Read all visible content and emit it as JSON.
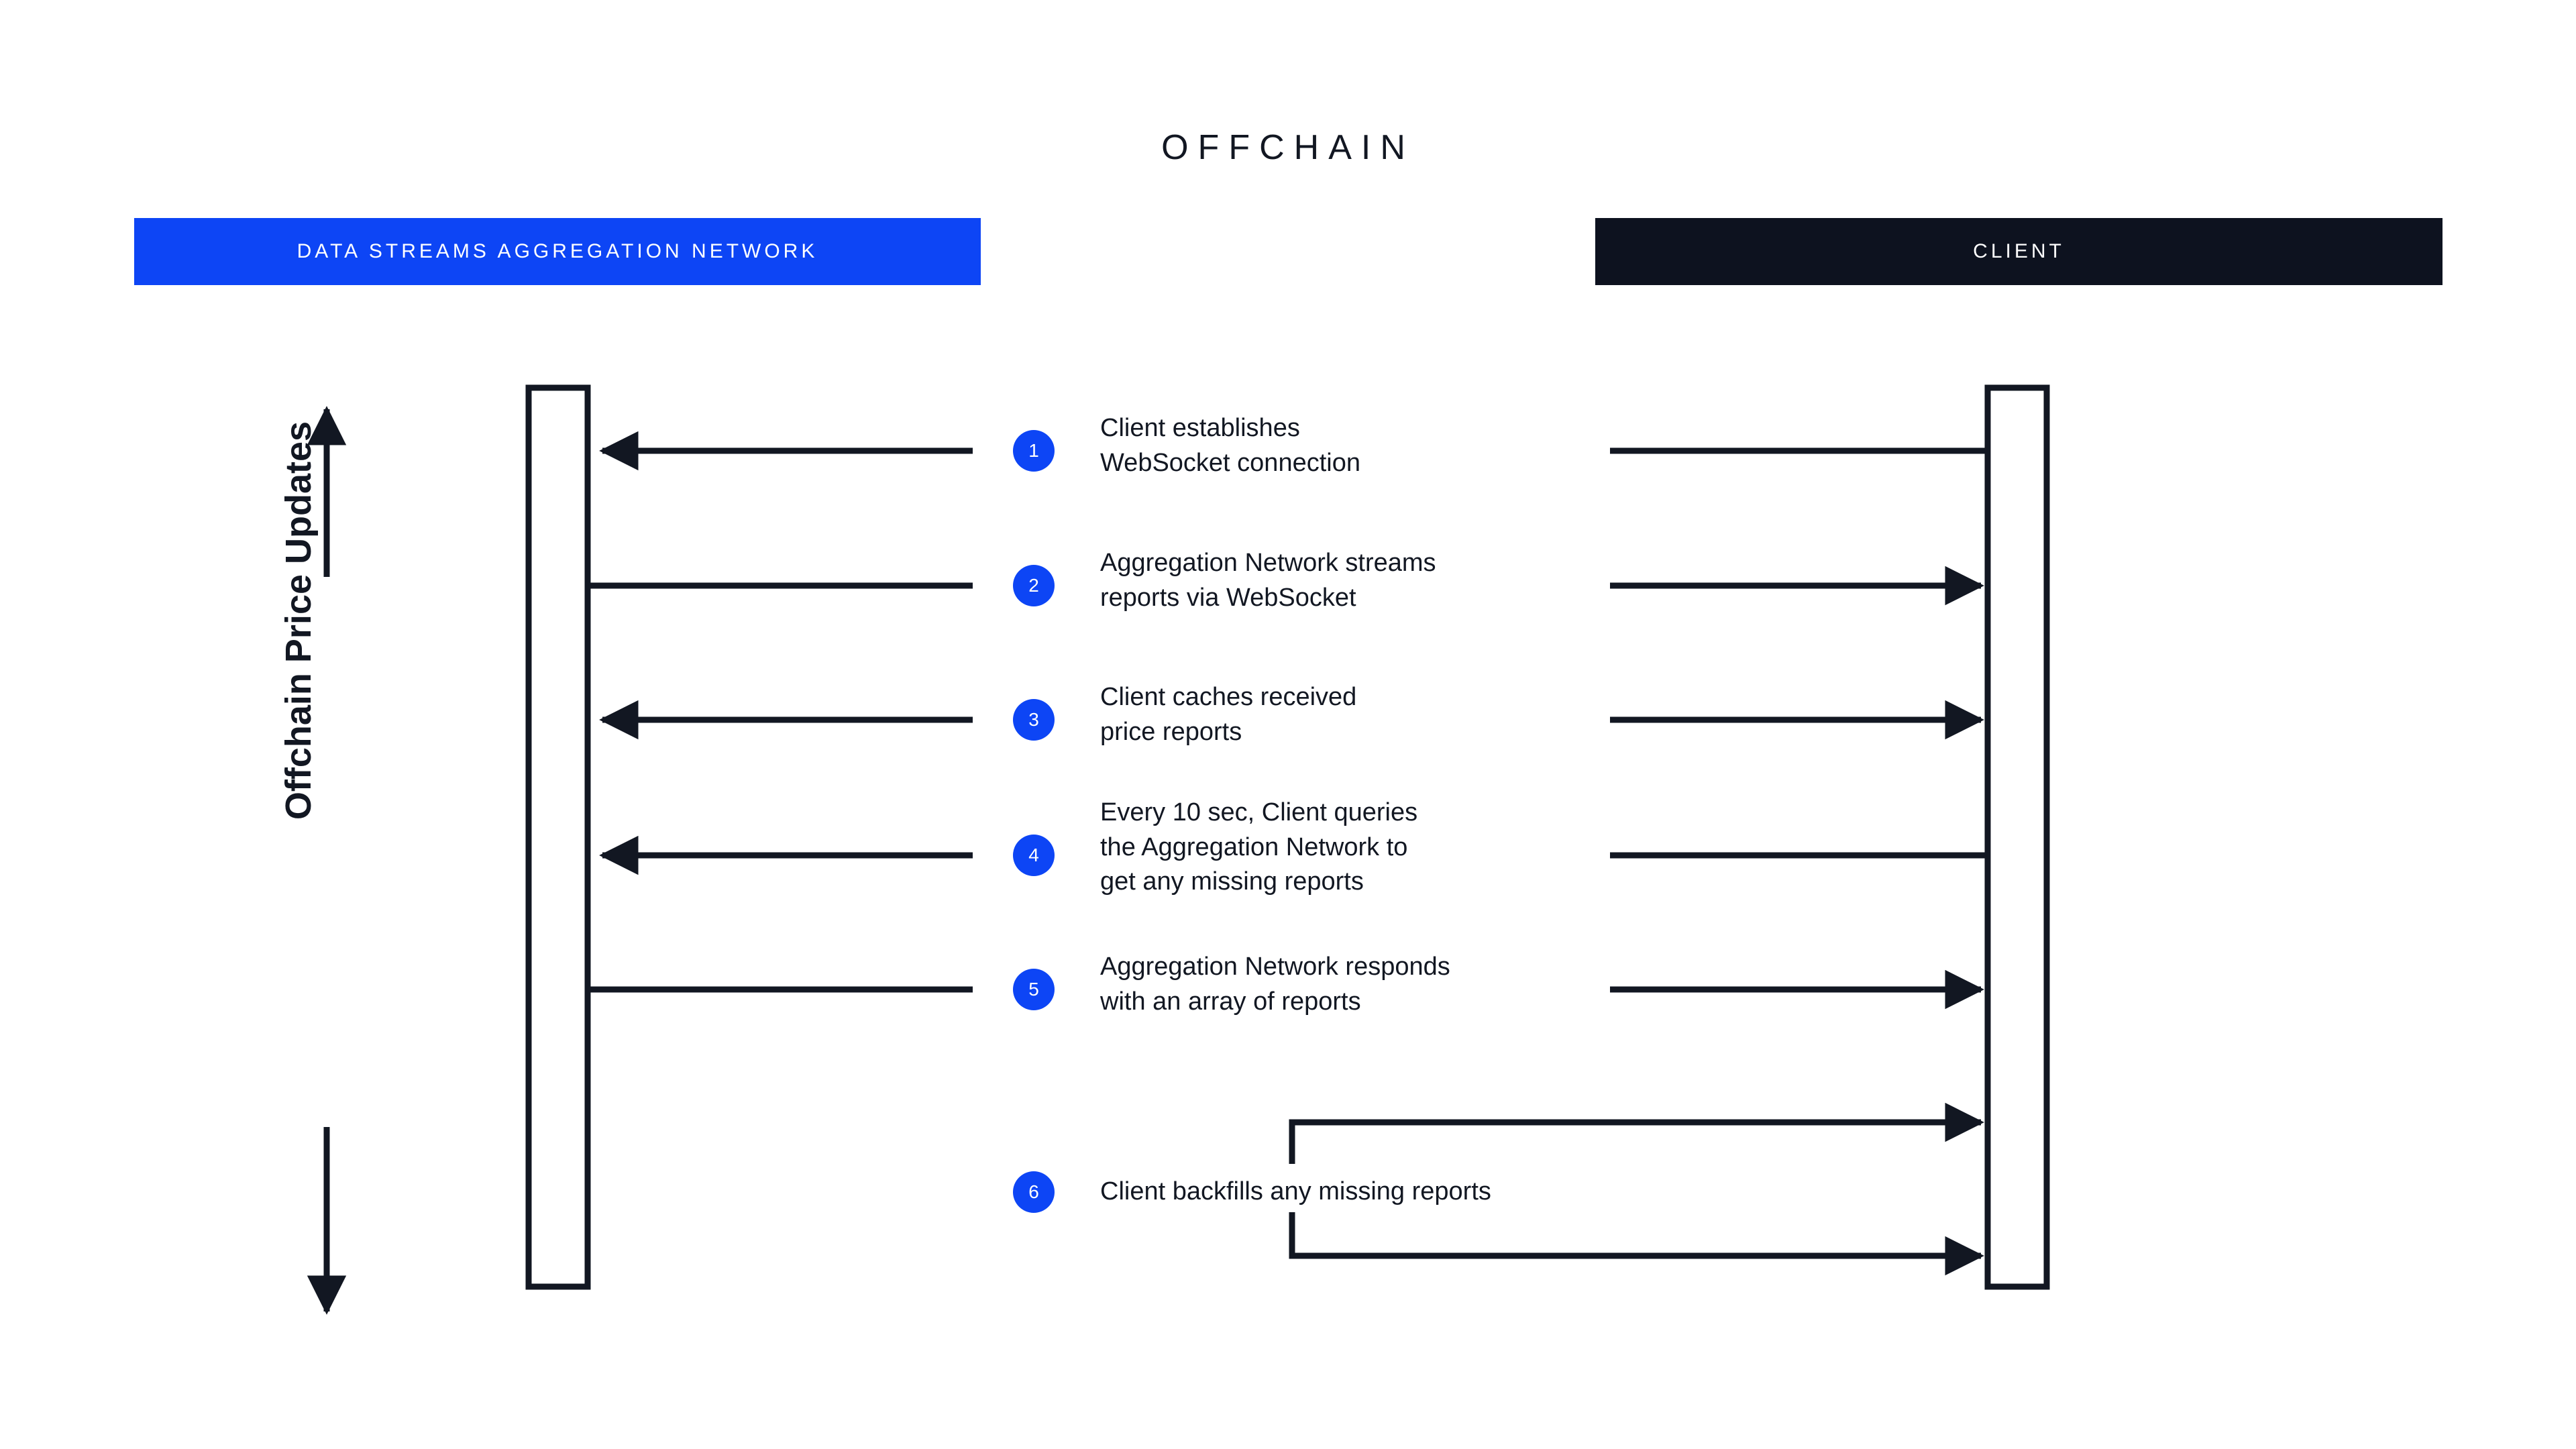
{
  "diagram": {
    "title": "OFFCHAIN",
    "axis_label": "Offchain Price Updates",
    "colors": {
      "accent_blue": "#0d45f5",
      "ink": "#121722",
      "client_bar": "#0d121f",
      "background": "#ffffff"
    },
    "lanes": [
      {
        "id": "network",
        "label": "DATA STREAMS AGGREGATION NETWORK",
        "bar_color": "#0d45f5"
      },
      {
        "id": "client",
        "label": "CLIENT",
        "bar_color": "#0d121f"
      }
    ],
    "steps": [
      {
        "number": "1",
        "text": "Client establishes\nWebSocket connection",
        "left_arrow": "left",
        "right_arrow": "none"
      },
      {
        "number": "2",
        "text": "Aggregation Network streams\nreports via WebSocket",
        "left_arrow": "none",
        "right_arrow": "right"
      },
      {
        "number": "3",
        "text": "Client caches received\nprice reports",
        "left_arrow": "left",
        "right_arrow": "right"
      },
      {
        "number": "4",
        "text": "Every 10 sec, Client queries\nthe Aggregation Network to\nget any missing reports",
        "left_arrow": "left",
        "right_arrow": "none"
      },
      {
        "number": "5",
        "text": "Aggregation Network responds\nwith an array of reports",
        "left_arrow": "none",
        "right_arrow": "right"
      },
      {
        "number": "6",
        "text": "Client backfills any missing reports",
        "left_arrow": "none",
        "right_arrow": "self-loop"
      }
    ]
  }
}
